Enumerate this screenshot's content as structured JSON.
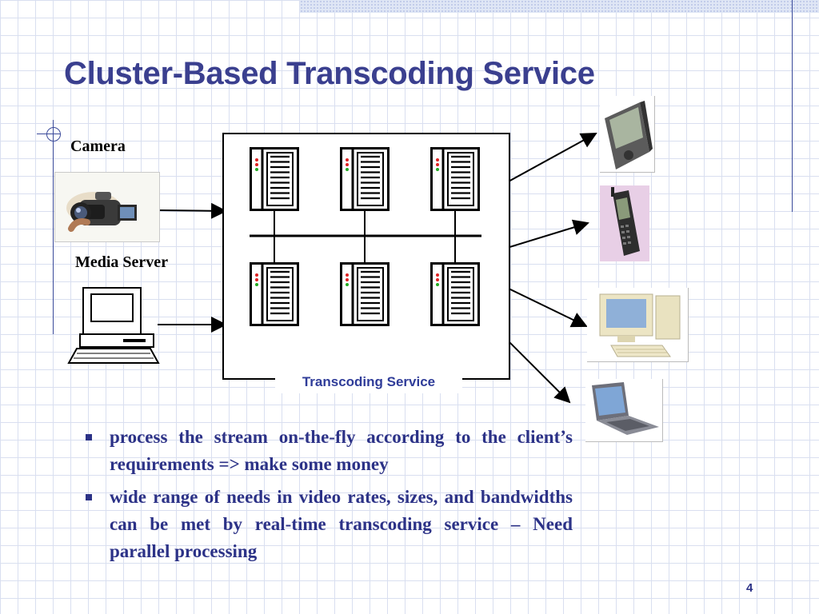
{
  "slide": {
    "title": "Cluster-Based Transcoding Service",
    "page_number": "4"
  },
  "diagram": {
    "camera_label": "Camera",
    "media_server_label": "Media Server",
    "cluster_label": "Transcoding Service",
    "servers": [
      "server",
      "server",
      "server",
      "server",
      "server",
      "server"
    ],
    "client_devices": [
      "pda-icon",
      "cell-phone-icon",
      "desktop-computer-icon",
      "laptop-icon"
    ]
  },
  "bullets": [
    {
      "text": "process the stream on-the-fly according to the client’s requirements => make some money"
    },
    {
      "text": "wide range of needs in video rates, sizes, and bandwidths can be met by real-time transcoding service – Need parallel processing"
    }
  ],
  "colors": {
    "title": "#3a3f8f",
    "bullet_text": "#2c3287",
    "caption": "#2f3c99",
    "grid": "#d9dff0"
  }
}
